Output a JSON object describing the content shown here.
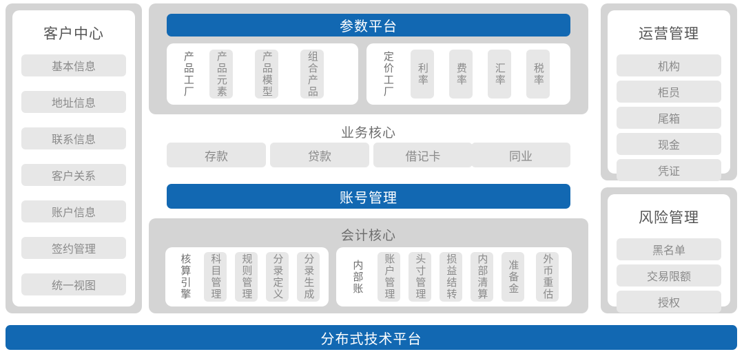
{
  "left_sidebar": {
    "title": "客户中心",
    "items": [
      {
        "label": "基本信息"
      },
      {
        "label": "地址信息"
      },
      {
        "label": "联系信息"
      },
      {
        "label": "客户关系"
      },
      {
        "label": "账户信息"
      },
      {
        "label": "签约管理"
      },
      {
        "label": "统一视图"
      }
    ]
  },
  "parameter_platform": {
    "title": "参数平台",
    "groups": [
      {
        "name": "产品工厂",
        "items": [
          {
            "label": "产品元素"
          },
          {
            "label": "产品模型"
          },
          {
            "label": "组合产品"
          }
        ]
      },
      {
        "name": "定价工厂",
        "items": [
          {
            "label": "利率"
          },
          {
            "label": "费率"
          },
          {
            "label": "汇率"
          },
          {
            "label": "税率"
          }
        ]
      }
    ]
  },
  "business_core": {
    "title": "业务核心",
    "items": [
      {
        "label": "存款"
      },
      {
        "label": "贷款"
      },
      {
        "label": "借记卡"
      },
      {
        "label": "同业"
      }
    ],
    "account_bar": "账号管理"
  },
  "accounting_core": {
    "title": "会计核心",
    "groups": [
      {
        "name": "核算引擎",
        "items": [
          {
            "label": "科目管理"
          },
          {
            "label": "规则管理"
          },
          {
            "label": "分录定义"
          },
          {
            "label": "分录生成"
          }
        ]
      },
      {
        "name": "内部账",
        "items": [
          {
            "label": "账户管理"
          },
          {
            "label": "头寸管理"
          },
          {
            "label": "损益结转"
          },
          {
            "label": "内部清算"
          },
          {
            "label": "准备金"
          },
          {
            "label": "外币重估"
          }
        ]
      }
    ]
  },
  "operations": {
    "title": "运营管理",
    "items": [
      {
        "label": "机构"
      },
      {
        "label": "柜员"
      },
      {
        "label": "尾箱"
      },
      {
        "label": "现金"
      },
      {
        "label": "凭证"
      }
    ]
  },
  "risk": {
    "title": "风险管理",
    "items": [
      {
        "label": "黑名单"
      },
      {
        "label": "交易限额"
      },
      {
        "label": "授权"
      }
    ]
  },
  "footer": {
    "label": "分布式技术平台"
  },
  "colors": {
    "accent_blue": "#1268b2",
    "panel_gray": "#d4d4d4",
    "chip_gray": "#e7e7e7",
    "text_gray": "#7a7a7a"
  }
}
